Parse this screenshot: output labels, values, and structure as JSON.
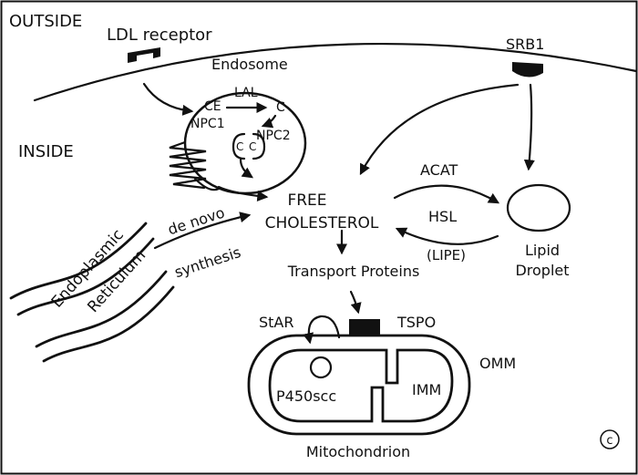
{
  "labels": {
    "outside": "OUTSIDE",
    "inside": "INSIDE",
    "ldl_receptor": "LDL receptor",
    "srb1": "SRB1",
    "endosome": "Endosome",
    "lal": "LAL",
    "ce": "CE",
    "c_product": "C",
    "npc1": "NPC1",
    "npc2": "NPC2",
    "c_left": "C",
    "c_right": "C",
    "free": "FREE",
    "cholesterol": "CHOLESTEROL",
    "acat": "ACAT",
    "hsl": "HSL",
    "lipe": "(LIPE)",
    "lipid": "Lipid",
    "droplet": "Droplet",
    "de_novo": "de novo",
    "synthesis": "synthesis",
    "er_line1": "Endoplasmic",
    "er_line2": "Reticulum",
    "transport_proteins": "Transport Proteins",
    "star": "StAR",
    "tspo": "TSPO",
    "omm": "OMM",
    "imm": "IMM",
    "p450scc": "P450scc",
    "mitochondrion": "Mitochondrion",
    "copyright": "c"
  }
}
